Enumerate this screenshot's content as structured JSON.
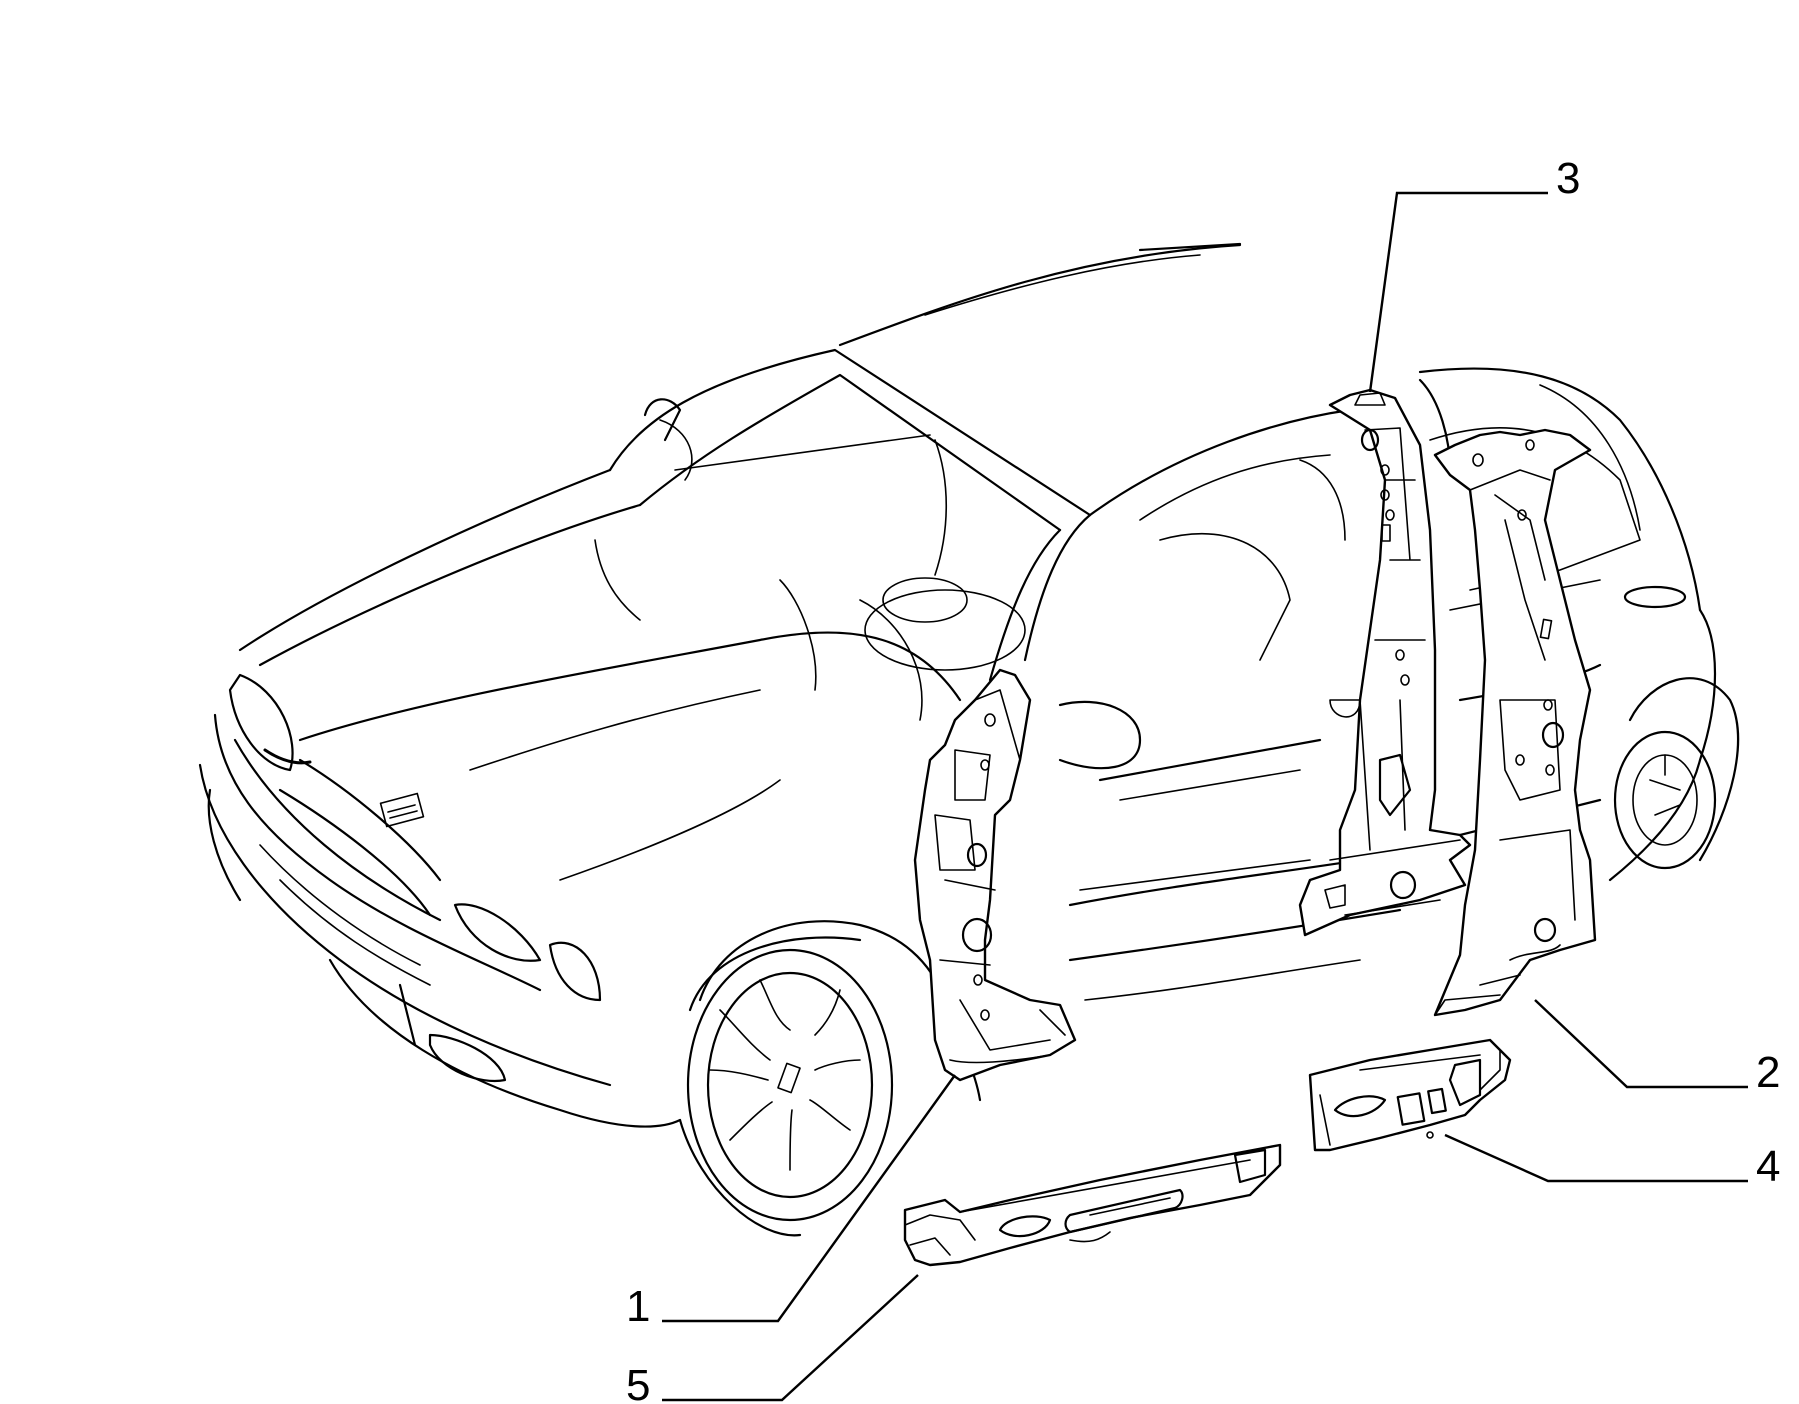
{
  "callouts": [
    {
      "id": "1",
      "label": "1"
    },
    {
      "id": "2",
      "label": "2"
    },
    {
      "id": "3",
      "label": "3"
    },
    {
      "id": "4",
      "label": "4"
    },
    {
      "id": "5",
      "label": "5"
    }
  ],
  "colors": {
    "line": "#000000",
    "background": "#ffffff"
  },
  "icons": [
    "car-body-outline",
    "a-pillar-part",
    "b-pillar-part",
    "c-pillar-part",
    "rear-sill-part",
    "front-sill-part"
  ]
}
